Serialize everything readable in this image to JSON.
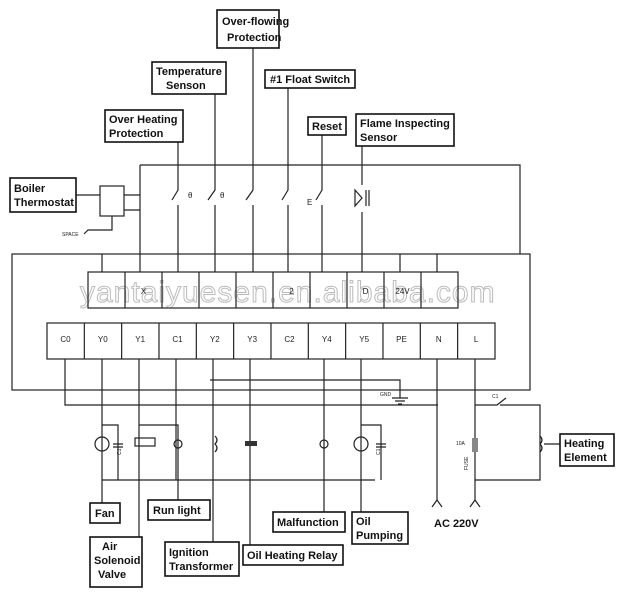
{
  "labels": {
    "over_flowing": [
      "Over-flowing",
      "Protection"
    ],
    "temperature": [
      "Temperature",
      "Senson"
    ],
    "float_switch": "#1 Float Switch",
    "over_heating": [
      "Over Heating",
      "Protection"
    ],
    "reset": "Reset",
    "flame": [
      "Flame Inspecting",
      "Sensor"
    ],
    "boiler": [
      "Boiler",
      "Thermostat"
    ],
    "heating": [
      "Heating",
      "Element"
    ],
    "fan": "Fan",
    "run_light": "Run light",
    "air_valve": [
      "Air",
      "Solenoid",
      "Valve"
    ],
    "ignition": [
      "Ignition",
      "Transformer"
    ],
    "oil_relay": "Oil Heating Relay",
    "malfunction": "Malfunction",
    "oil_pumping": [
      "Oil",
      "Pumping"
    ],
    "ac": "AC 220V"
  },
  "small": {
    "space": "SPACE",
    "gnd": "GND",
    "fuse": "FUSE",
    "fuse_rating": "10A",
    "c1": "C1",
    "c1b": "C1",
    "c1c": "C1",
    "theta": "θ",
    "e": "E"
  },
  "terminals_top": [
    "",
    "X",
    "",
    "",
    "",
    "2",
    "",
    "D",
    "24V",
    ""
  ],
  "terminals_bottom": [
    "C0",
    "Y0",
    "Y1",
    "C1",
    "Y2",
    "Y3",
    "C2",
    "Y4",
    "Y5",
    "PE",
    "N",
    "L"
  ],
  "watermark": "yantaiyuesen.en.alibaba.com"
}
